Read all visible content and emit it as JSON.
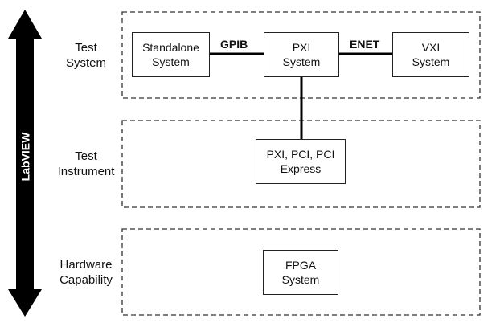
{
  "arrow_label": "LabVIEW",
  "rows": [
    {
      "label_lines": [
        "Test",
        "System"
      ]
    },
    {
      "label_lines": [
        "Test",
        "Instrument"
      ]
    },
    {
      "label_lines": [
        "Hardware",
        "Capability"
      ]
    }
  ],
  "boxes": {
    "standalone": [
      "Standalone",
      "System"
    ],
    "pxi_system": [
      "PXI",
      "System"
    ],
    "vxi": [
      "VXI",
      "System"
    ],
    "pxi_pci": [
      "PXI, PCI, PCI",
      "Express"
    ],
    "fpga": [
      "FPGA",
      "System"
    ]
  },
  "connections": {
    "gpib": "GPIB",
    "enet": "ENET"
  }
}
